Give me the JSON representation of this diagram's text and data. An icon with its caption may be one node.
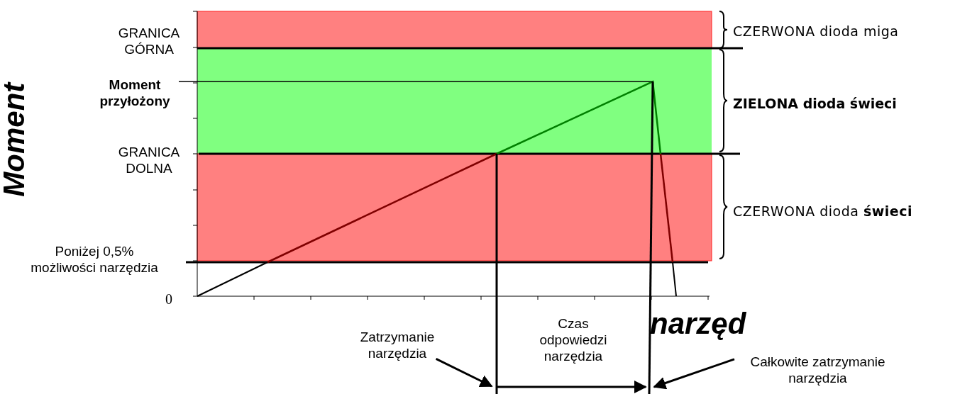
{
  "diagram": {
    "nodes": [
      {
        "text": [
          "Zatrzymanie narzędzia"
        ]
      },
      {
        "text": [
          "Całkowite zatrzymanie narzędzia"
        ]
      }
    ],
    "edges": [
      {
        "from": 0,
        "to": null,
        "arrow": "to"
      },
      {
        "from": 1,
        "to": null,
        "arrow": "to"
      }
    ],
    "labels": [
      "GRANICA GÓRNA",
      "CZERWONA dioda miga",
      "Moment",
      "Moment przyłożony",
      "ZIELONA dioda świeci",
      "GRANICA DOLNA",
      "CZERWONA dioda **świeci**",
      "Poniżej 0,5% możliwości narzędzia",
      "0",
      "narzęd",
      "Czas odpowiedzi narzędzia"
    ]
  }
}
